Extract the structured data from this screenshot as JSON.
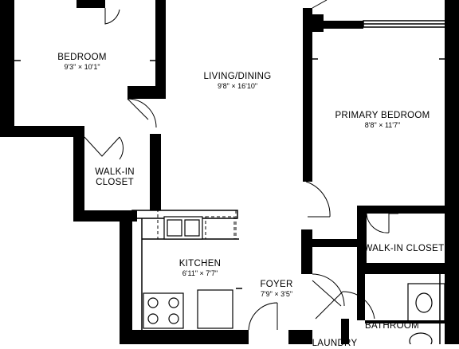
{
  "rooms": {
    "bedroom": {
      "name": "BEDROOM",
      "dims": "9'3\" × 10'1\""
    },
    "living": {
      "name": "LIVING/DINING",
      "dims": "9'8\" × 16'10\""
    },
    "primary": {
      "name": "PRIMARY BEDROOM",
      "dims": "8'8\" × 11'7\""
    },
    "closet1": {
      "line1": "WALK-IN",
      "line2": "CLOSET"
    },
    "closet2": {
      "name": "WALK-IN CLOSET"
    },
    "kitchen": {
      "name": "KITCHEN",
      "dims": "6'11\" × 7'7\""
    },
    "foyer": {
      "name": "FOYER",
      "dims": "7'9\" × 3'5\""
    },
    "bathroom": {
      "name": "BATHROOM"
    },
    "laundry": {
      "name": "LAUNDRY"
    }
  }
}
